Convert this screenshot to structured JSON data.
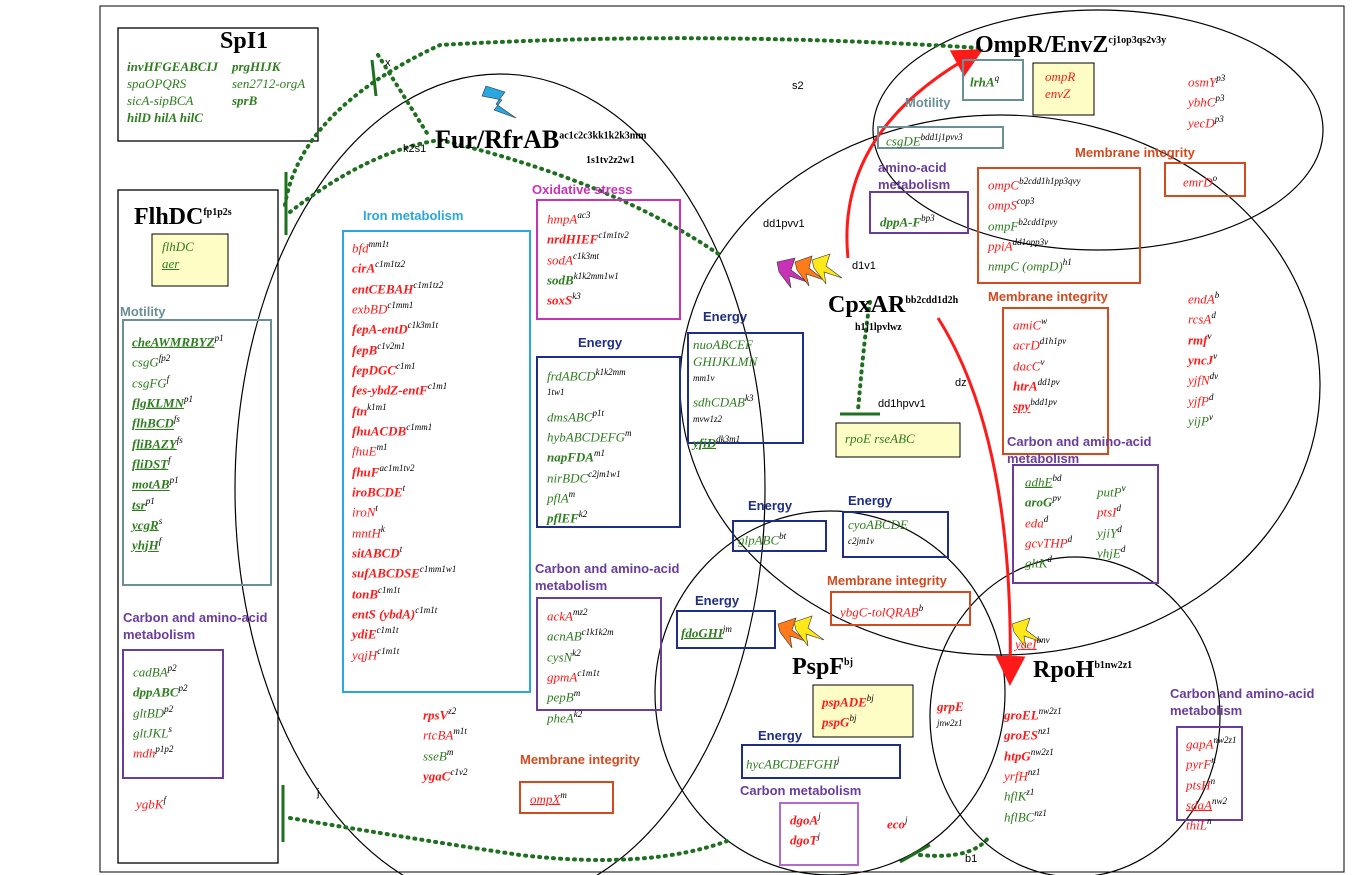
{
  "regulators": {
    "spi1": {
      "name": "SpI1"
    },
    "flhdc": {
      "name": "FlhDC",
      "sup": "fp1p2s"
    },
    "fur": {
      "name": "Fur/RfrAB",
      "sup": "ac1c2c3kk1k2k3mm",
      "sup2": "1s1tv2z2w1"
    },
    "ompr": {
      "name": "OmpR/EnvZ",
      "sup": "cj1op3qs2v3y"
    },
    "cpxar": {
      "name": "CpxAR",
      "sup": "bb2cdd1d2h",
      "sup2": "h1j1lpvlwz"
    },
    "pspf": {
      "name": "PspF",
      "sup": "bj"
    },
    "rpoh": {
      "name": "RpoH",
      "sup": "b1nw2z1"
    }
  },
  "edge_labels": {
    "x": "x",
    "s2": "s2",
    "k2s1": "k2s1",
    "dd1pvv1": "dd1pvv1",
    "d1v1": "d1v1",
    "dd1hpvv1": "dd1hpvv1",
    "dz": "dz",
    "j": "j",
    "b1": "b1"
  },
  "sections": {
    "iron": "Iron metabolism",
    "oxidative": "Oxidative stress",
    "energy": "Energy",
    "carbon_amino": "Carbon and amino-acid metabolism",
    "membrane": "Membrane integrity",
    "motility": "Motility",
    "amino_acid": "amino-acid metabolism",
    "carbon": "Carbon metabolism"
  },
  "genes": {
    "spi1": [
      {
        "t": "invHFGEABCIJ",
        "c": "grn",
        "b": true
      },
      {
        "t": "prgHIJK",
        "c": "grn",
        "b": true
      },
      {
        "t": "spaOPQRS",
        "c": "grn"
      },
      {
        "t": "sen2712-orgA",
        "c": "grn"
      },
      {
        "t": "sicA-sipBCA",
        "c": "grn"
      },
      {
        "t": "sprB",
        "c": "grn",
        "b": true
      },
      {
        "t": "hilD hilA hilC",
        "c": "grn",
        "b": true
      }
    ],
    "flhdc_box": [
      {
        "t": "flhDC",
        "c": "grn"
      },
      {
        "t": "aer",
        "c": "grn",
        "u": true
      }
    ],
    "flhdc_motility": [
      {
        "t": "cheAWMRBYZ",
        "s": "p1",
        "c": "grn",
        "b": true,
        "u": true
      },
      {
        "t": "csgG",
        "s": "fp2",
        "c": "grn"
      },
      {
        "t": "csgFG",
        "s": "f",
        "c": "grn"
      },
      {
        "t": "flgKLMN",
        "s": "p1",
        "c": "grn",
        "b": true,
        "u": true
      },
      {
        "t": "flhBCD",
        "s": "fs",
        "c": "grn",
        "b": true,
        "u": true
      },
      {
        "t": "fliBAZY",
        "s": "fs",
        "c": "grn",
        "b": true,
        "u": true
      },
      {
        "t": "fliDST",
        "s": "f",
        "c": "grn",
        "b": true,
        "u": true
      },
      {
        "t": "motAB",
        "s": "p1",
        "c": "grn",
        "b": true,
        "u": true
      },
      {
        "t": "tsr",
        "s": "p1",
        "c": "grn",
        "b": true,
        "u": true
      },
      {
        "t": "ycgR",
        "s": "s",
        "c": "grn",
        "b": true,
        "u": true
      },
      {
        "t": "yhjH",
        "s": "f",
        "c": "grn",
        "b": true,
        "u": true
      }
    ],
    "flhdc_carbon": [
      {
        "t": "cadBA",
        "s": "p2",
        "c": "grn"
      },
      {
        "t": "dppABC",
        "s": "p2",
        "c": "grn",
        "b": true
      },
      {
        "t": "gltBD",
        "s": "p2",
        "c": "grn"
      },
      {
        "t": "gltJKL",
        "s": "s",
        "c": "grn"
      },
      {
        "t": "mdh",
        "s": "p1p2",
        "c": "red"
      }
    ],
    "flhdc_extra": [
      {
        "t": "ygbK",
        "s": "f",
        "c": "red"
      }
    ],
    "iron": [
      {
        "t": "bfd",
        "s": "mm1t",
        "c": "red"
      },
      {
        "t": "cirA",
        "s": "c1m1tz2",
        "c": "red",
        "b": true
      },
      {
        "t": "entCEBAH",
        "s": "c1m1tz2",
        "c": "red",
        "b": true
      },
      {
        "t": "exbBD",
        "s": "c1mm1",
        "c": "red"
      },
      {
        "t": "fepA-entD",
        "s": "c1k3m1t",
        "c": "red",
        "b": true
      },
      {
        "t": "fepB",
        "s": "c1v2m1",
        "c": "red",
        "b": true
      },
      {
        "t": "fepDGC",
        "s": "c1m1",
        "c": "red",
        "b": true
      },
      {
        "t": "fes-ybdZ-entF",
        "s": "c1m1",
        "c": "red",
        "b": true
      },
      {
        "t": "ftn",
        "s": "k1m1",
        "c": "red",
        "b": true
      },
      {
        "t": "fhuACDB",
        "s": "c1mm1",
        "c": "red",
        "b": true
      },
      {
        "t": "fhuE",
        "s": "m1",
        "c": "red"
      },
      {
        "t": "fhuF",
        "s": "ac1m1tv2",
        "c": "red",
        "b": true
      },
      {
        "t": "iroBCDE",
        "s": "t",
        "c": "red",
        "b": true
      },
      {
        "t": "iroN",
        "s": "t",
        "c": "red"
      },
      {
        "t": "mntH",
        "s": "k",
        "c": "red"
      },
      {
        "t": "sitABCD",
        "s": "t",
        "c": "red",
        "b": true
      },
      {
        "t": "sufABCDSE",
        "s": "c1mm1w1",
        "c": "red",
        "b": true
      },
      {
        "t": "tonB",
        "s": "c1m1t",
        "c": "red",
        "b": true
      },
      {
        "t": "entS (ybdA)",
        "s": "c1m1t",
        "c": "red",
        "b": true
      },
      {
        "t": "ydiE",
        "s": "c1m1t",
        "c": "red",
        "b": true
      },
      {
        "t": "yqjH",
        "s": "c1m1t",
        "c": "red"
      }
    ],
    "oxidative": [
      {
        "t": "hmpA",
        "s": "ac3",
        "c": "red"
      },
      {
        "t": "nrdHIEF",
        "s": "c1m1tv2",
        "c": "red",
        "b": true
      },
      {
        "t": "sodA",
        "s": "c1k3mt",
        "c": "red"
      },
      {
        "t": "sodB",
        "s": "k1k2mm1w1",
        "c": "grn",
        "b": true
      },
      {
        "t": "soxS",
        "s": "k3",
        "c": "red",
        "b": true
      }
    ],
    "fur_energy": [
      {
        "t": "frdABCD",
        "s": "k1k2mm",
        "c": "grn"
      },
      {
        "t": "",
        "s": "1tw1",
        "c": "grn"
      },
      {
        "t": "dmsABC",
        "s": "p1t",
        "c": "grn"
      },
      {
        "t": "hybABCDEFG",
        "s": "m",
        "c": "grn"
      },
      {
        "t": "napFDA",
        "s": "m1",
        "c": "grn",
        "b": true
      },
      {
        "t": "nirBDC",
        "s": "c2jm1w1",
        "c": "grn"
      },
      {
        "t": "pflA",
        "s": "m",
        "c": "grn"
      },
      {
        "t": "pflEF",
        "s": "k2",
        "c": "grn",
        "b": true
      }
    ],
    "fur_carbon": [
      {
        "t": "ackA",
        "s": "mz2",
        "c": "red"
      },
      {
        "t": "acnAB",
        "s": "c1k1k2m",
        "c": "grn"
      },
      {
        "t": "cysN",
        "s": "k2",
        "c": "grn"
      },
      {
        "t": "gpmA",
        "s": "c1m1t",
        "c": "red"
      },
      {
        "t": "pepB",
        "s": "m",
        "c": "grn"
      },
      {
        "t": "pheA",
        "s": "k2",
        "c": "grn"
      }
    ],
    "fur_loose": [
      {
        "t": "rpsV",
        "s": "z2",
        "c": "red",
        "b": true
      },
      {
        "t": "rtcBA",
        "s": "m1t",
        "c": "red"
      },
      {
        "t": "sseB",
        "s": "m",
        "c": "grn"
      },
      {
        "t": "ygaC",
        "s": "c1v2",
        "c": "red",
        "b": true
      }
    ],
    "fur_membrane": [
      {
        "t": "ompX",
        "s": "m",
        "c": "red",
        "u": true
      }
    ],
    "cpx_energy": [
      {
        "t": "nuoABCEF",
        "c": "grn"
      },
      {
        "t": "GHIJKLMN",
        "c": "grn"
      },
      {
        "t": "",
        "s": "mm1v",
        "c": "grn"
      },
      {
        "t": "sdhCDAB",
        "s": "k3",
        "c": "grn"
      },
      {
        "t": "",
        "s": "mvw1z2",
        "c": "grn"
      },
      {
        "t": "yfiD",
        "s": "dk3m1",
        "c": "grn",
        "b": true,
        "u": true
      }
    ],
    "rpoe": [
      {
        "t": "rpoE rseABC",
        "c": "grn"
      }
    ],
    "cpx_membrane": [
      {
        "t": "amiC",
        "s": "w",
        "c": "red"
      },
      {
        "t": "acrD",
        "s": "d1h1pv",
        "c": "red"
      },
      {
        "t": "dacC",
        "s": "v",
        "c": "red"
      },
      {
        "t": "htrA",
        "s": "dd1pv",
        "c": "red",
        "b": true
      },
      {
        "t": "spy",
        "s": "bdd1pv",
        "c": "red",
        "b": true,
        "u": true
      }
    ],
    "cpx_loose": [
      {
        "t": "endA",
        "s": "b",
        "c": "red"
      },
      {
        "t": "rcsA",
        "s": "d",
        "c": "red"
      },
      {
        "t": "rmf",
        "s": "v",
        "c": "red",
        "b": true
      },
      {
        "t": "yncJ",
        "s": "v",
        "c": "red",
        "b": true
      },
      {
        "t": "yjfN",
        "s": "dv",
        "c": "red"
      },
      {
        "t": "yjfP",
        "s": "d",
        "c": "red"
      },
      {
        "t": "yijP",
        "s": "v",
        "c": "grn"
      }
    ],
    "cpx_carbon_left": [
      {
        "t": "adhE",
        "s": "bd",
        "c": "grn",
        "u": true
      },
      {
        "t": "aroG",
        "s": "pv",
        "c": "grn",
        "b": true
      },
      {
        "t": "eda",
        "s": "d",
        "c": "red"
      },
      {
        "t": "gcvTHP",
        "s": "d",
        "c": "red"
      },
      {
        "t": "gltK",
        "s": "d",
        "c": "grn"
      }
    ],
    "cpx_carbon_right": [
      {
        "t": "putP",
        "s": "v",
        "c": "grn"
      },
      {
        "t": "ptsI",
        "s": "d",
        "c": "red"
      },
      {
        "t": "yjiY",
        "s": "d",
        "c": "grn"
      },
      {
        "t": "yhjE",
        "s": "d",
        "c": "grn"
      }
    ],
    "ompr_lrha": [
      {
        "t": "lrhA",
        "s": "q",
        "c": "grn",
        "b": true
      }
    ],
    "ompr_box": [
      {
        "t": "ompR",
        "c": "red"
      },
      {
        "t": "envZ",
        "c": "red"
      }
    ],
    "ompr_loose": [
      {
        "t": "osmY",
        "s": "p3",
        "c": "red"
      },
      {
        "t": "ybhC",
        "s": "p3",
        "c": "red"
      },
      {
        "t": "yecD",
        "s": "p3",
        "c": "red"
      }
    ],
    "ompr_motility": [
      {
        "t": "csgDE",
        "s": "bdd1j1pvv3",
        "c": "grn"
      }
    ],
    "ompr_amino": [
      {
        "t": "dppA-F",
        "s": "bp3",
        "c": "grn",
        "b": true
      }
    ],
    "ompr_membrane": [
      {
        "t": "emrD",
        "s": "o",
        "c": "red"
      }
    ],
    "ompr_cpx_membrane": [
      {
        "t": "ompC",
        "s": "b2cdd1h1pp3qvy",
        "c": "red"
      },
      {
        "t": "ompS",
        "s": "cop3",
        "c": "red"
      },
      {
        "t": "ompF",
        "s": "b2cdd1pvy",
        "c": "grn"
      },
      {
        "t": "ppiA",
        "s": "dd1opp3v",
        "c": "red"
      },
      {
        "t": "nmpC (ompD)",
        "s": "h1",
        "c": "grn"
      }
    ],
    "psp_cpx_energy1": [
      {
        "t": "glpABC",
        "s": "bt",
        "c": "grn"
      }
    ],
    "psp_cpx_energy2": [
      {
        "t": "cyoABCDE",
        "c": "grn"
      },
      {
        "t": "",
        "s": "c2jm1v",
        "c": "grn"
      }
    ],
    "psp_cpx_membrane": [
      {
        "t": "ybgC-tolQRAB",
        "s": "b",
        "c": "red"
      }
    ],
    "psp_energy_fdo": [
      {
        "t": "fdoGHI",
        "s": "jm",
        "c": "grn",
        "b": true,
        "u": true
      }
    ],
    "psp_box": [
      {
        "t": "pspADE",
        "s": "bj",
        "c": "red",
        "b": true
      },
      {
        "t": "pspG",
        "s": "bj",
        "c": "red",
        "b": true
      }
    ],
    "psp_energy_hyc": [
      {
        "t": "hycABCDEFGHI",
        "s": "j",
        "c": "grn"
      }
    ],
    "psp_carbon": [
      {
        "t": "dgoA",
        "s": "j",
        "c": "red",
        "b": true
      },
      {
        "t": "dgoT",
        "s": "j",
        "c": "red",
        "b": true
      }
    ],
    "psp_eco": [
      {
        "t": "eco",
        "s": "j",
        "c": "red",
        "b": true
      }
    ],
    "grpe": [
      {
        "t": "grpE",
        "c": "red",
        "b": true
      },
      {
        "t": "",
        "s": "jnw2z1",
        "c": "red"
      }
    ],
    "ycei": [
      {
        "t": "yceI",
        "s": "bnv",
        "c": "red",
        "u": true
      }
    ],
    "rpoh_loose": [
      {
        "t": "groEL",
        "s": "nw2z1",
        "c": "red",
        "b": true
      },
      {
        "t": "groES",
        "s": "nz1",
        "c": "red",
        "b": true
      },
      {
        "t": "htpG",
        "s": "nw2z1",
        "c": "red",
        "b": true
      },
      {
        "t": "yrfH",
        "s": "nz1",
        "c": "red"
      },
      {
        "t": "hflK",
        "s": "z1",
        "c": "grn"
      },
      {
        "t": "hflBC",
        "s": "nz1",
        "c": "grn"
      }
    ],
    "rpoh_carbon": [
      {
        "t": "gapA",
        "s": "nw2z1",
        "c": "red"
      },
      {
        "t": "pyrF",
        "s": "n",
        "c": "red"
      },
      {
        "t": "ptsH",
        "s": "n",
        "c": "red"
      },
      {
        "t": "sdaA",
        "s": "nw2",
        "c": "red",
        "u": true
      },
      {
        "t": "thiL",
        "s": "n",
        "c": "red"
      }
    ]
  }
}
